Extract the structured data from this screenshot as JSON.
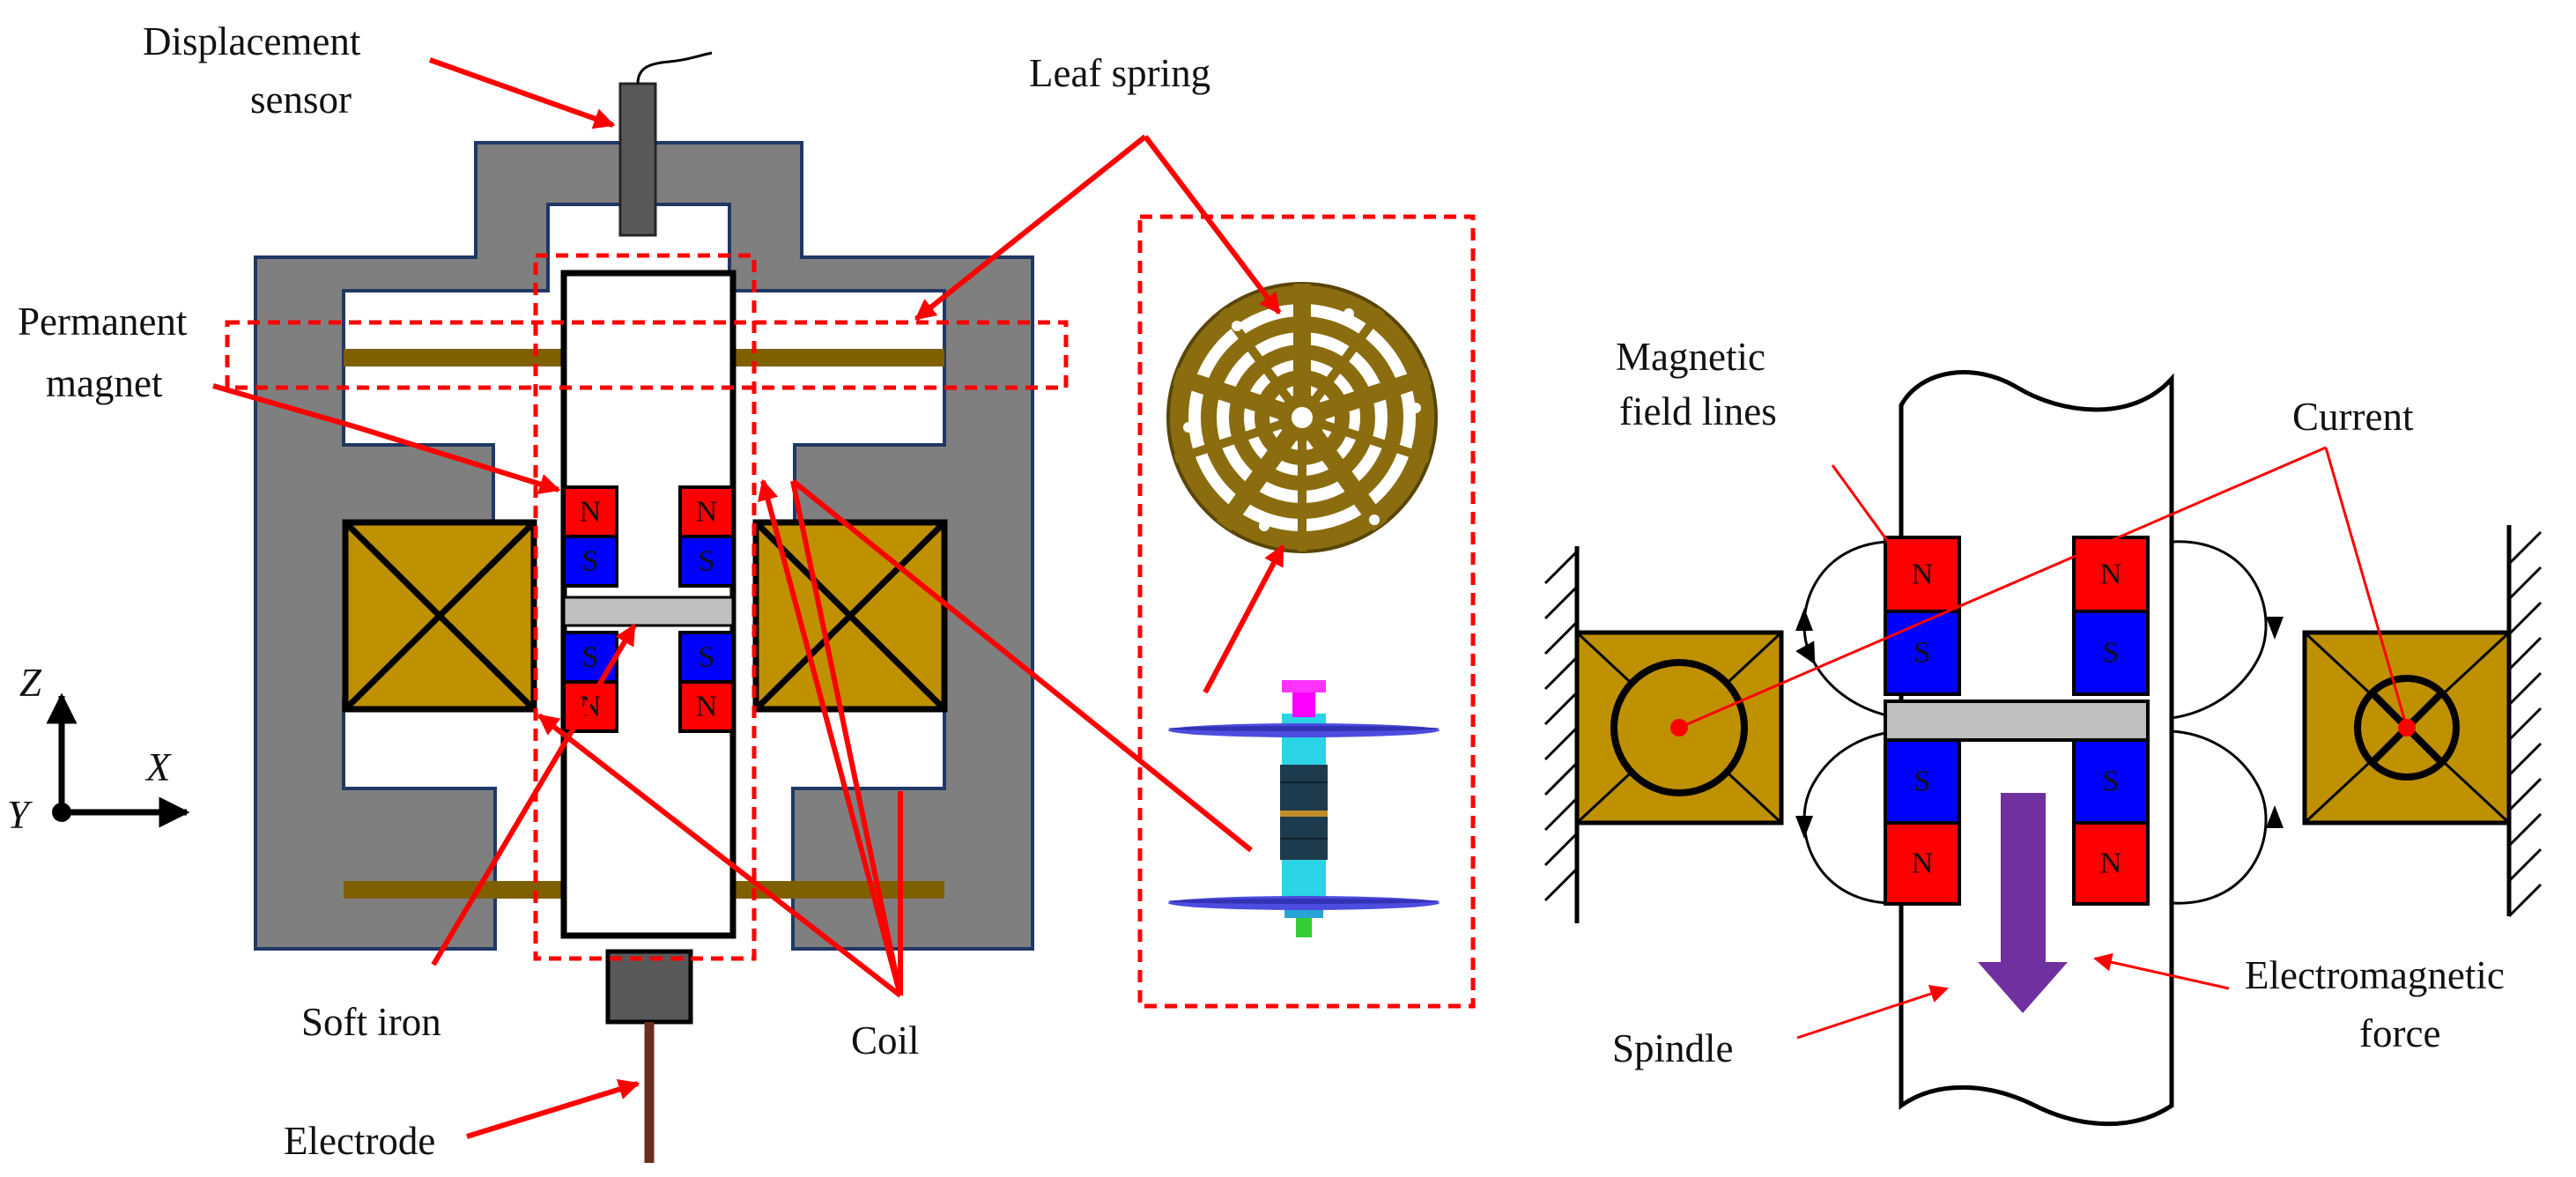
{
  "labels": {
    "displacement_sensor": [
      "Displacement",
      "sensor"
    ],
    "leaf_spring": "Leaf spring",
    "permanent_magnet": [
      "Permanent",
      "magnet"
    ],
    "soft_iron": "Soft iron",
    "coil": "Coil",
    "electrode": "Electrode",
    "magnetic_field_lines": [
      "Magnetic",
      "field lines"
    ],
    "current": "Current",
    "spindle": "Spindle",
    "electromagnetic_force": [
      "Electromagnetic",
      "force"
    ]
  },
  "axes": {
    "z": "Z",
    "x": "X",
    "y": "Y"
  },
  "poles": {
    "north": "N",
    "south": "S"
  },
  "colors": {
    "frame": "#7f7f7f",
    "coil": "#bf9000",
    "spring_bar": "#7f6000",
    "north_pole": "#ff0000",
    "south_pole": "#0000ff",
    "soft_iron": "#bfbfbf",
    "callout": "#ff0000",
    "force_arrow": "#7030a0",
    "electrode": "#6b2d1d"
  }
}
